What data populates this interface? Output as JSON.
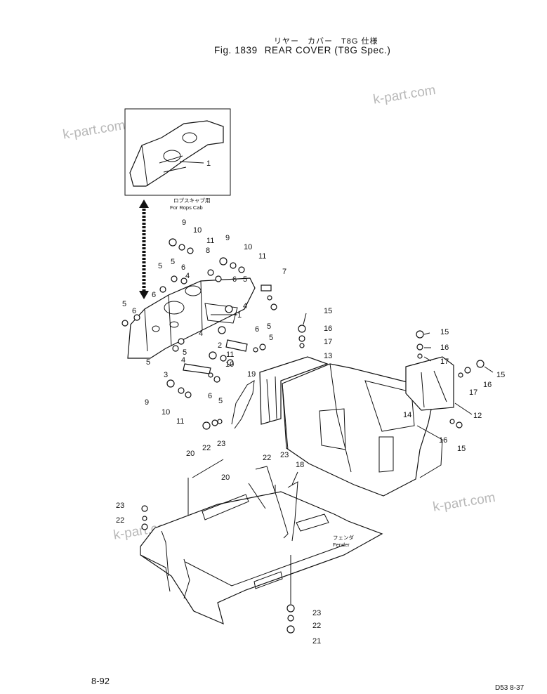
{
  "header": {
    "japanese_caption": "リヤー　カバー　T8G 仕様",
    "fig_label": "Fig. 1839",
    "title": "REAR COVER (T8G Spec.)"
  },
  "inset_labels": {
    "japanese": "ロプスキャブ用",
    "english": "For Rops Cab"
  },
  "fender_labels": {
    "japanese": "フェンダ",
    "english": "Fender"
  },
  "watermarks": [
    "k-part.com",
    "k-part.com",
    "k-part.com",
    "k-part.com"
  ],
  "page_number": "8-92",
  "corner_code": "D53 8-37",
  "callouts": [
    "1",
    "1",
    "2",
    "3",
    "4",
    "4",
    "4",
    "5",
    "5",
    "5",
    "5",
    "5",
    "5",
    "5",
    "6",
    "6",
    "6",
    "6",
    "6",
    "7",
    "8",
    "9",
    "9",
    "9",
    "10",
    "10",
    "10",
    "10",
    "11",
    "11",
    "11",
    "12",
    "13",
    "14",
    "15",
    "15",
    "15",
    "15",
    "16",
    "16",
    "16",
    "16",
    "17",
    "17",
    "17",
    "18",
    "19",
    "20",
    "20",
    "21",
    "22",
    "22",
    "22",
    "22",
    "23",
    "23",
    "23",
    "23"
  ]
}
